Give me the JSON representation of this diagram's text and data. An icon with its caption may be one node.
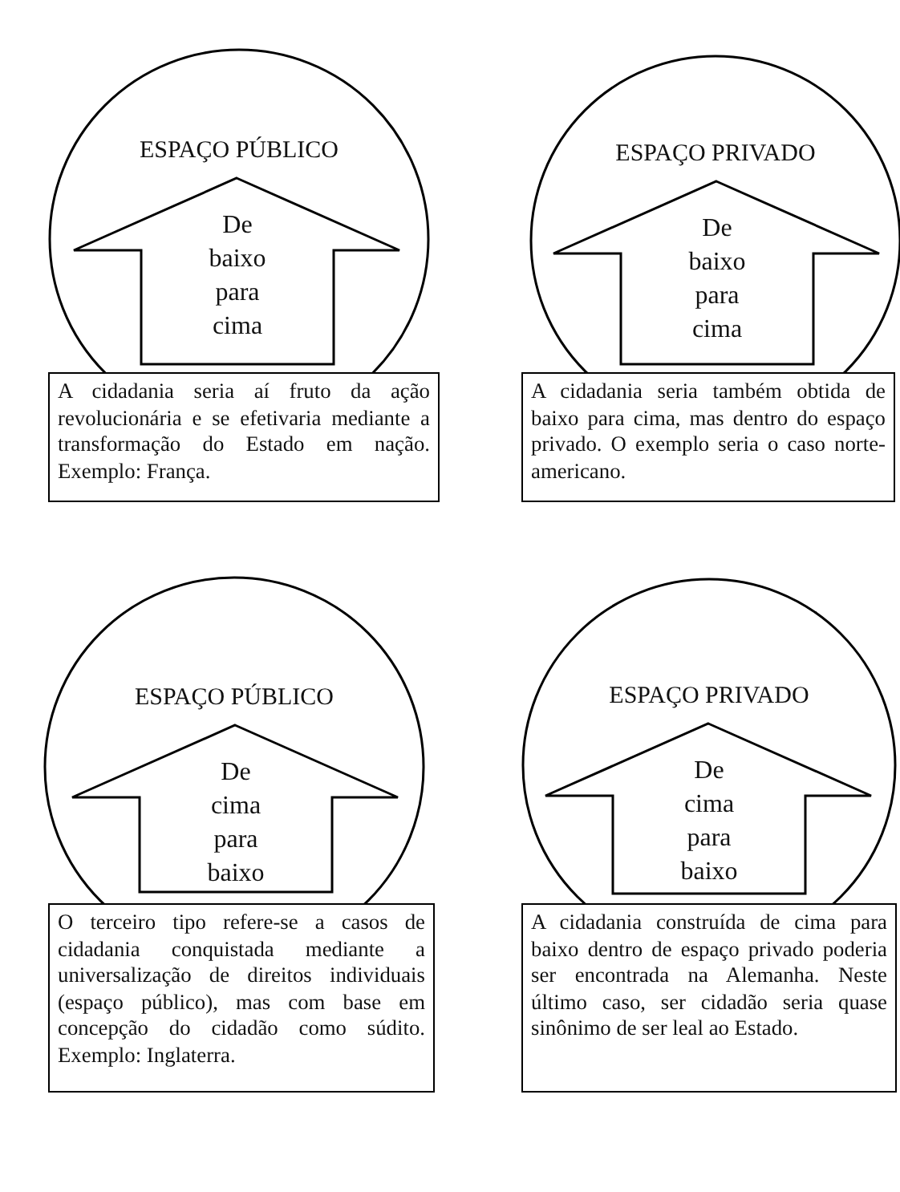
{
  "diagram": {
    "nodes": [
      {
        "text": [
          "ESPAÇO PÚBLICO"
        ]
      },
      {
        "text": [
          "De baixo para cima"
        ],
        "in": 0
      },
      {
        "text": [
          "ESPAÇO PRIVADO"
        ]
      },
      {
        "text": [
          "De baixo para cima"
        ],
        "in": 2
      },
      {
        "text": [
          "A cidadania seria aí fruto da ação revolucionária e se efetivaria mediante a transformação do Estado em nação. Exemplo: França."
        ]
      },
      {
        "text": [
          "A cidadania seria também obtida de baixo para cima, mas dentro do espaço privado. O exemplo seria o caso norte-americano."
        ]
      },
      {
        "text": [
          "ESPAÇO PÚBLICO"
        ]
      },
      {
        "text": [
          "De cima para baixo"
        ],
        "in": 6
      },
      {
        "text": [
          "ESPAÇO PRIVADO"
        ]
      },
      {
        "text": [
          "De cima para baixo"
        ],
        "in": 8
      },
      {
        "text": [
          "O terceiro tipo refere-se a casos de cidadania conquistada mediante a universalização de direitos individuais (espaço público), mas com base em concepção do cidadão como súdito. Exemplo: Inglaterra."
        ]
      },
      {
        "text": [
          "A cidadania construída de cima para baixo dentro de espaço privado poderia ser encontrada na Alemanha. Neste último caso, ser cidadão seria quase sinônimo de ser leal ao Estado."
        ]
      }
    ]
  }
}
